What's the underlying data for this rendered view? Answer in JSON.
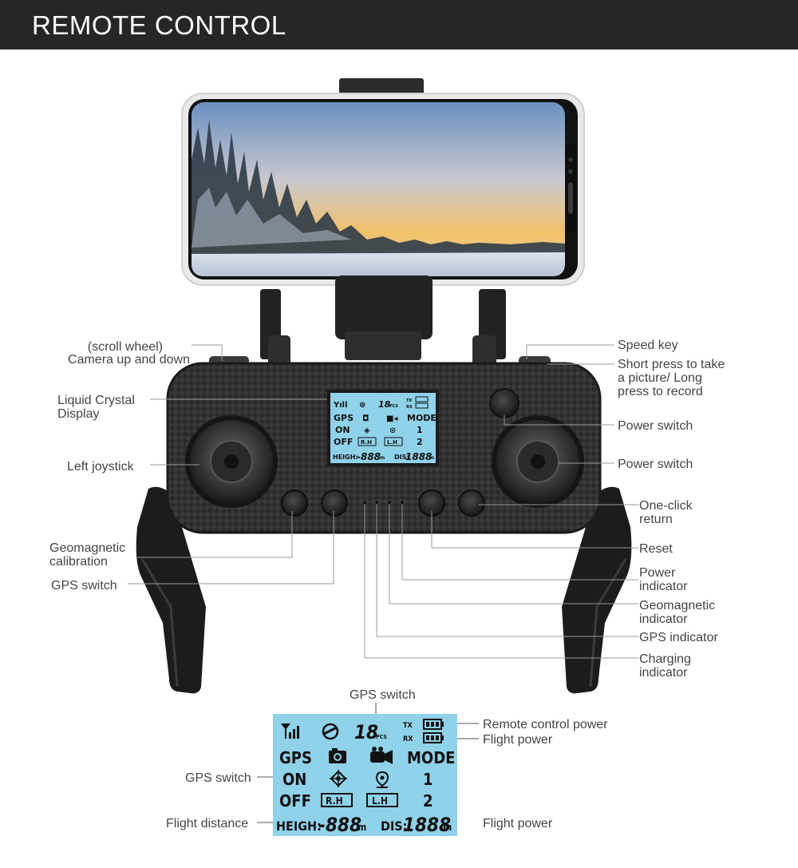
{
  "header": {
    "title": "REMOTE CONTROL"
  },
  "labels": {
    "scroll_wheel": "(scroll wheel)",
    "camera_up_down": "Camera up and down",
    "lcd_line1": "Liquid Crystal",
    "lcd_line2": "Display",
    "left_joystick": "Left joystick",
    "geomagnetic_calibration": "Geomagnetic calibration",
    "gps_switch": "GPS switch",
    "speed_key": "Speed key",
    "short_press": "Short press to take a picture/ Long press to record",
    "power_switch_1": "Power switch",
    "power_switch_2": "Power switch",
    "one_click_return": "One-click return",
    "reset": "Reset",
    "power_indicator": "Power indicator",
    "geomagnetic_indicator": "Geomagnetic indicator",
    "gps_indicator": "GPS indicator",
    "charging_indicator": "Charging indicator"
  },
  "lcd": {
    "sats": "18",
    "pcs": "PCS",
    "tx": "TX",
    "rx": "RX",
    "gps": "GPS",
    "mode": "MODE",
    "on": "ON",
    "off": "OFF",
    "one": "1",
    "two": "2",
    "rh": "R.H",
    "lh": "L.H",
    "height_label": "HEIGH:",
    "height_value": "-888",
    "unit_m": "m",
    "dis_label": "DIS:",
    "dis_value": "1888"
  },
  "lcd_callouts": {
    "gps_switch_top": "GPS switch",
    "remote_control_power": "Remote control power",
    "flight_power_1": "Flight power",
    "gps_switch_left": "GPS switch",
    "flight_distance": "Flight distance",
    "flight_power_2": "Flight power"
  },
  "colors": {
    "header_bg": "#262626",
    "lcd_blue": "#8fd2ea",
    "body_black": "#1e1e1e"
  }
}
